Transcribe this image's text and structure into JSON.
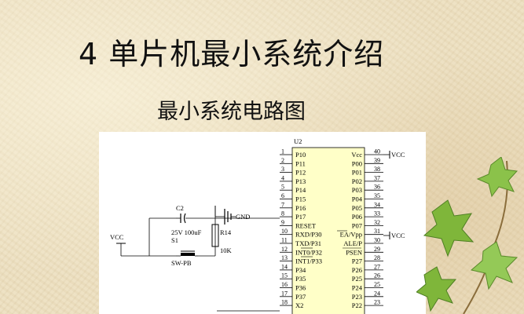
{
  "slide": {
    "title": "4 单片机最小系统介绍",
    "subtitle": "最小系统电路图"
  },
  "schematic": {
    "chip_designator": "U2",
    "left_pins": [
      {
        "num": "1",
        "name": "P10"
      },
      {
        "num": "2",
        "name": "P11"
      },
      {
        "num": "3",
        "name": "P12"
      },
      {
        "num": "4",
        "name": "P13"
      },
      {
        "num": "5",
        "name": "P14"
      },
      {
        "num": "6",
        "name": "P15"
      },
      {
        "num": "7",
        "name": "P16"
      },
      {
        "num": "8",
        "name": "P17"
      },
      {
        "num": "9",
        "name": "RESET"
      },
      {
        "num": "10",
        "name": "RXD/P30"
      },
      {
        "num": "11",
        "name": "TXD/P31"
      },
      {
        "num": "12",
        "name": "INT0/P32"
      },
      {
        "num": "13",
        "name": "INT1/P33"
      },
      {
        "num": "14",
        "name": "P34"
      },
      {
        "num": "15",
        "name": "P35"
      },
      {
        "num": "16",
        "name": "P36"
      },
      {
        "num": "17",
        "name": "P37"
      },
      {
        "num": "18",
        "name": "X2"
      }
    ],
    "right_pins": [
      {
        "num": "40",
        "name": "Vcc"
      },
      {
        "num": "39",
        "name": "P00"
      },
      {
        "num": "38",
        "name": "P01"
      },
      {
        "num": "37",
        "name": "P02"
      },
      {
        "num": "36",
        "name": "P03"
      },
      {
        "num": "35",
        "name": "P04"
      },
      {
        "num": "34",
        "name": "P05"
      },
      {
        "num": "33",
        "name": "P06"
      },
      {
        "num": "32",
        "name": "P07"
      },
      {
        "num": "31",
        "name": "EA/Vpp"
      },
      {
        "num": "30",
        "name": "ALE/P"
      },
      {
        "num": "29",
        "name": "PSEN"
      },
      {
        "num": "28",
        "name": "P27"
      },
      {
        "num": "27",
        "name": "P26"
      },
      {
        "num": "26",
        "name": "P25"
      },
      {
        "num": "25",
        "name": "P24"
      },
      {
        "num": "24",
        "name": "P23"
      },
      {
        "num": "23",
        "name": "P22"
      }
    ],
    "labels": {
      "vcc_pin40": "VCC",
      "vcc_pin31": "VCC",
      "vcc_left": "VCC",
      "gnd": "GND",
      "cap_name": "C2",
      "cap_value": "25V 100uF",
      "res_name": "R14",
      "res_value": "10K",
      "switch_name": "S1",
      "switch_value": "SW-PB"
    }
  },
  "colors": {
    "background": "#ecdfbf",
    "ink": "#111111",
    "wire": "#000000",
    "chip_fill": "#ffffc8",
    "leaf_green": "#7fb63a"
  }
}
